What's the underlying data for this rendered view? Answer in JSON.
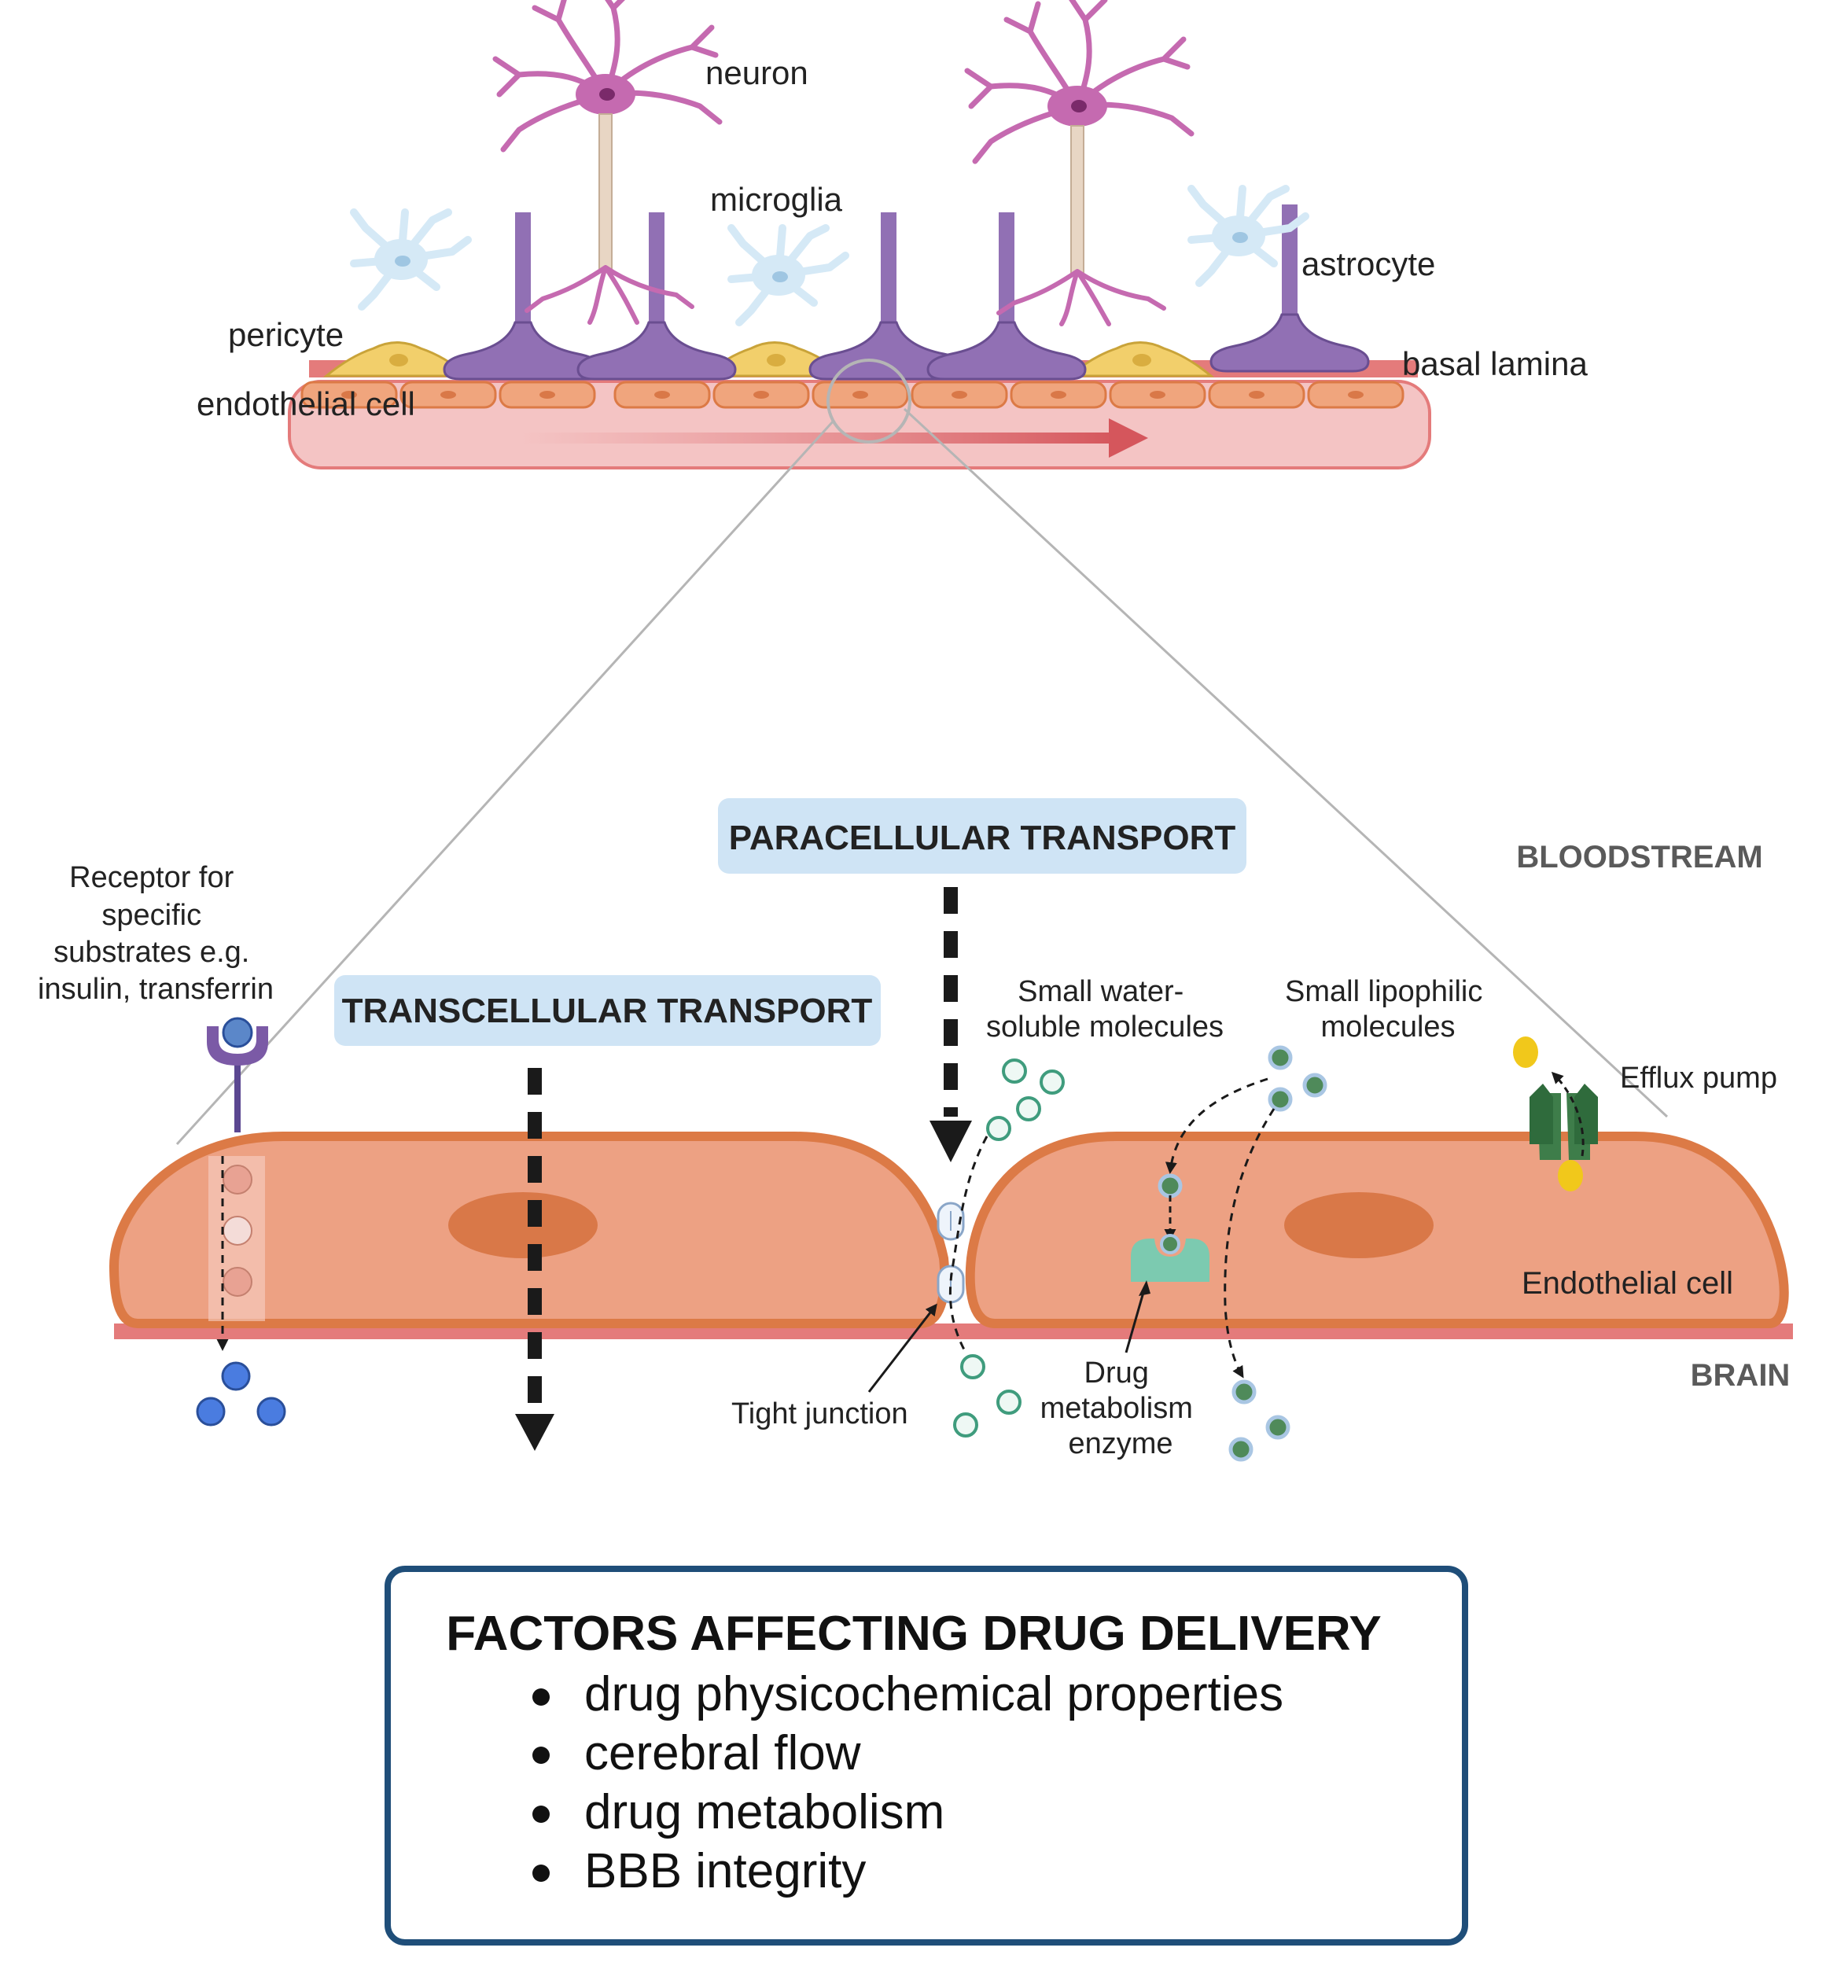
{
  "top_labels": {
    "neuron": "neuron",
    "microglia": "microglia",
    "astrocyte": "astrocyte",
    "pericyte": "pericyte",
    "basal_lamina": "basal lamina",
    "endothelial_cell": "endothelial cell"
  },
  "bottom_labels": {
    "paracellular": "PARACELLULAR TRANSPORT",
    "transcellular": "TRANSCELLULAR TRANSPORT",
    "bloodstream": "BLOODSTREAM",
    "brain": "BRAIN",
    "receptor": [
      "Receptor for",
      "specific",
      "substrates e.g.",
      "insulin, transferrin"
    ],
    "small_water": [
      "Small water-",
      "soluble molecules"
    ],
    "small_lipophilic": [
      "Small lipophilic",
      "molecules"
    ],
    "efflux_pump": "Efflux pump",
    "endothelial_cell": "Endothelial cell",
    "tight_junction": "Tight junction",
    "drug_enzyme": [
      "Drug",
      "metabolism",
      "enzyme"
    ]
  },
  "factors": {
    "title": "FACTORS AFFECTING DRUG DELIVERY",
    "items": [
      "drug physicochemical properties",
      "cerebral flow",
      "drug metabolism",
      "BBB integrity"
    ]
  },
  "colors": {
    "cell_fill": "#eda183",
    "cell_stroke": "#dc7a46",
    "nucleus": "#d97848",
    "astro": "#9170b4",
    "neuron": "#c56ab0",
    "lamina": "#e47b7b",
    "vessel": "#f4c4c4",
    "pericyte": "#f2cf6b",
    "label_box": "#cfe4f5",
    "factors_border": "#1f4e79"
  }
}
